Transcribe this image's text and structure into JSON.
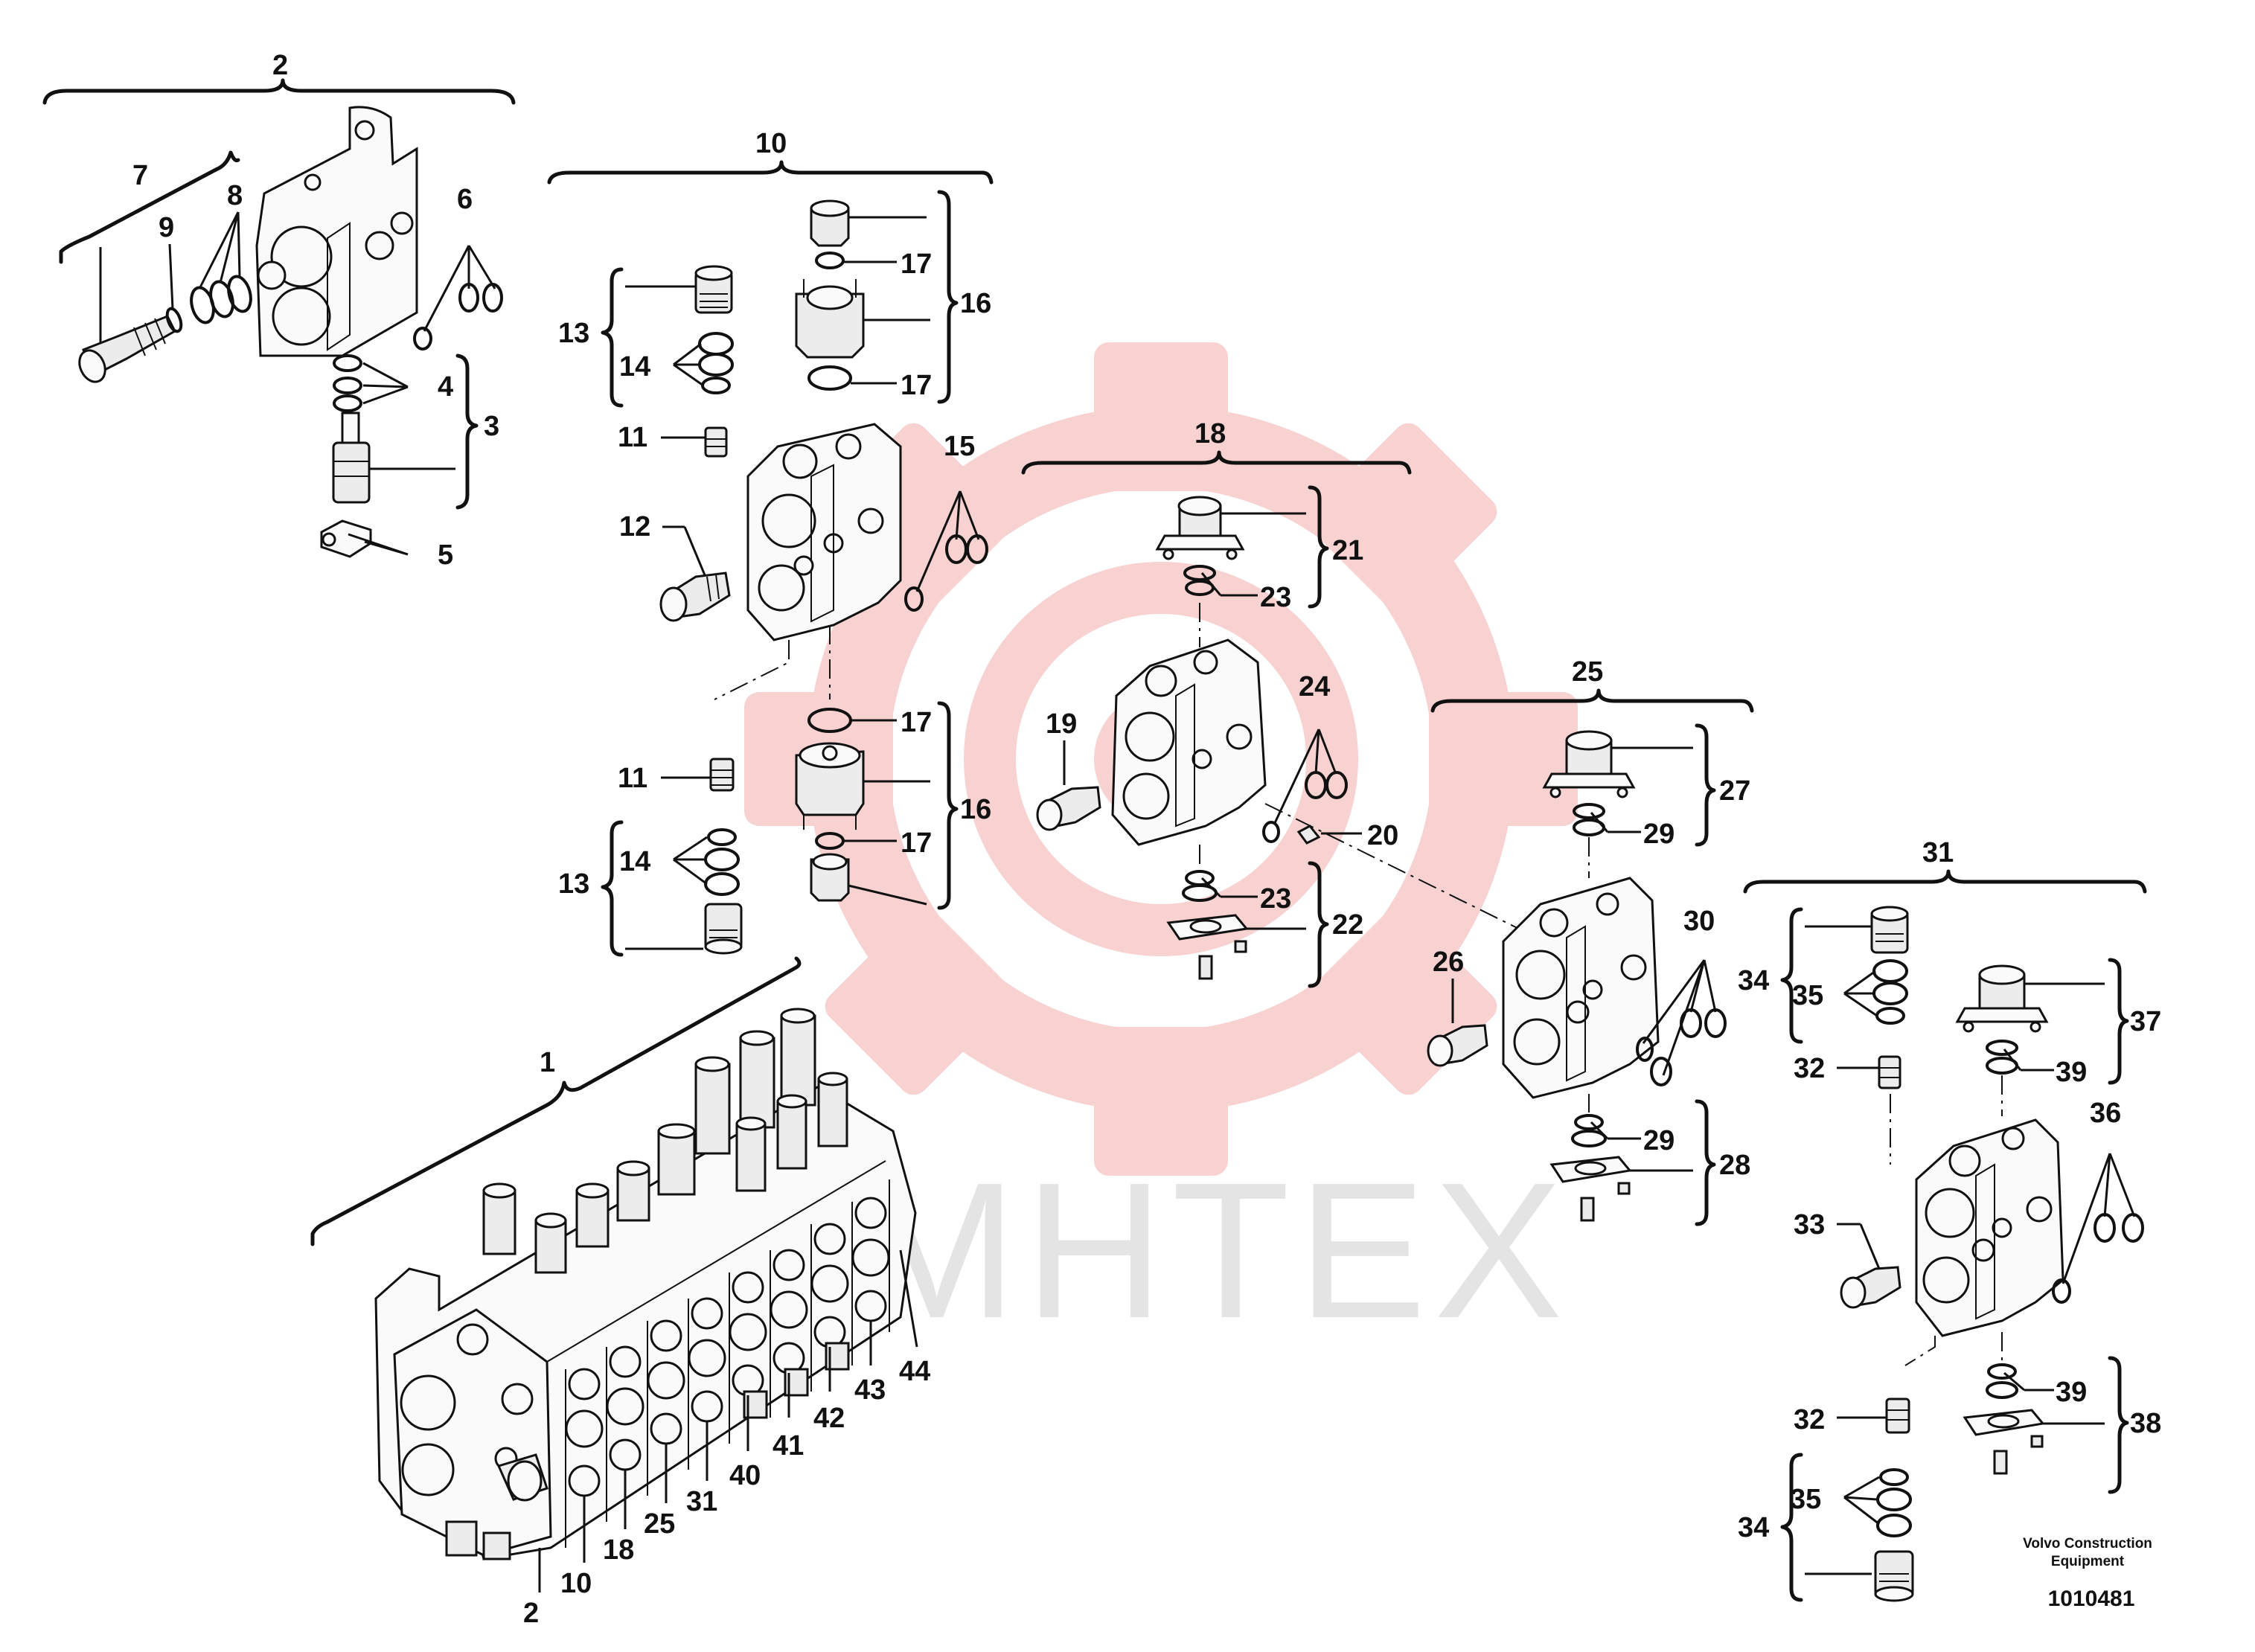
{
  "labels": {
    "l1": "1",
    "l2": "2",
    "l3": "3",
    "l4": "4",
    "l5": "5",
    "l6": "6",
    "l7": "7",
    "l8": "8",
    "l9": "9",
    "l10": "10",
    "l11": "11",
    "l12": "12",
    "l13": "13",
    "l14": "14",
    "l15": "15",
    "l16": "16",
    "l17": "17",
    "l18": "18",
    "l19": "19",
    "l20": "20",
    "l21": "21",
    "l22": "22",
    "l23": "23",
    "l24": "24",
    "l25": "25",
    "l26": "26",
    "l27": "27",
    "l28": "28",
    "l29": "29",
    "l30": "30",
    "l31": "31",
    "l32": "32",
    "l33": "33",
    "l34": "34",
    "l35": "35",
    "l36": "36",
    "l37": "37",
    "l38": "38",
    "l39": "39",
    "l40": "40",
    "l41": "41",
    "l42": "42",
    "l43": "43",
    "l44": "44"
  },
  "watermark": {
    "text": "MHTEX",
    "gear_color": "#f7c9c9",
    "text_color": "#e4e4e4"
  },
  "footer": {
    "company_line1": "Volvo Construction",
    "company_line2": "Equipment",
    "drawing_number": "1010481"
  }
}
